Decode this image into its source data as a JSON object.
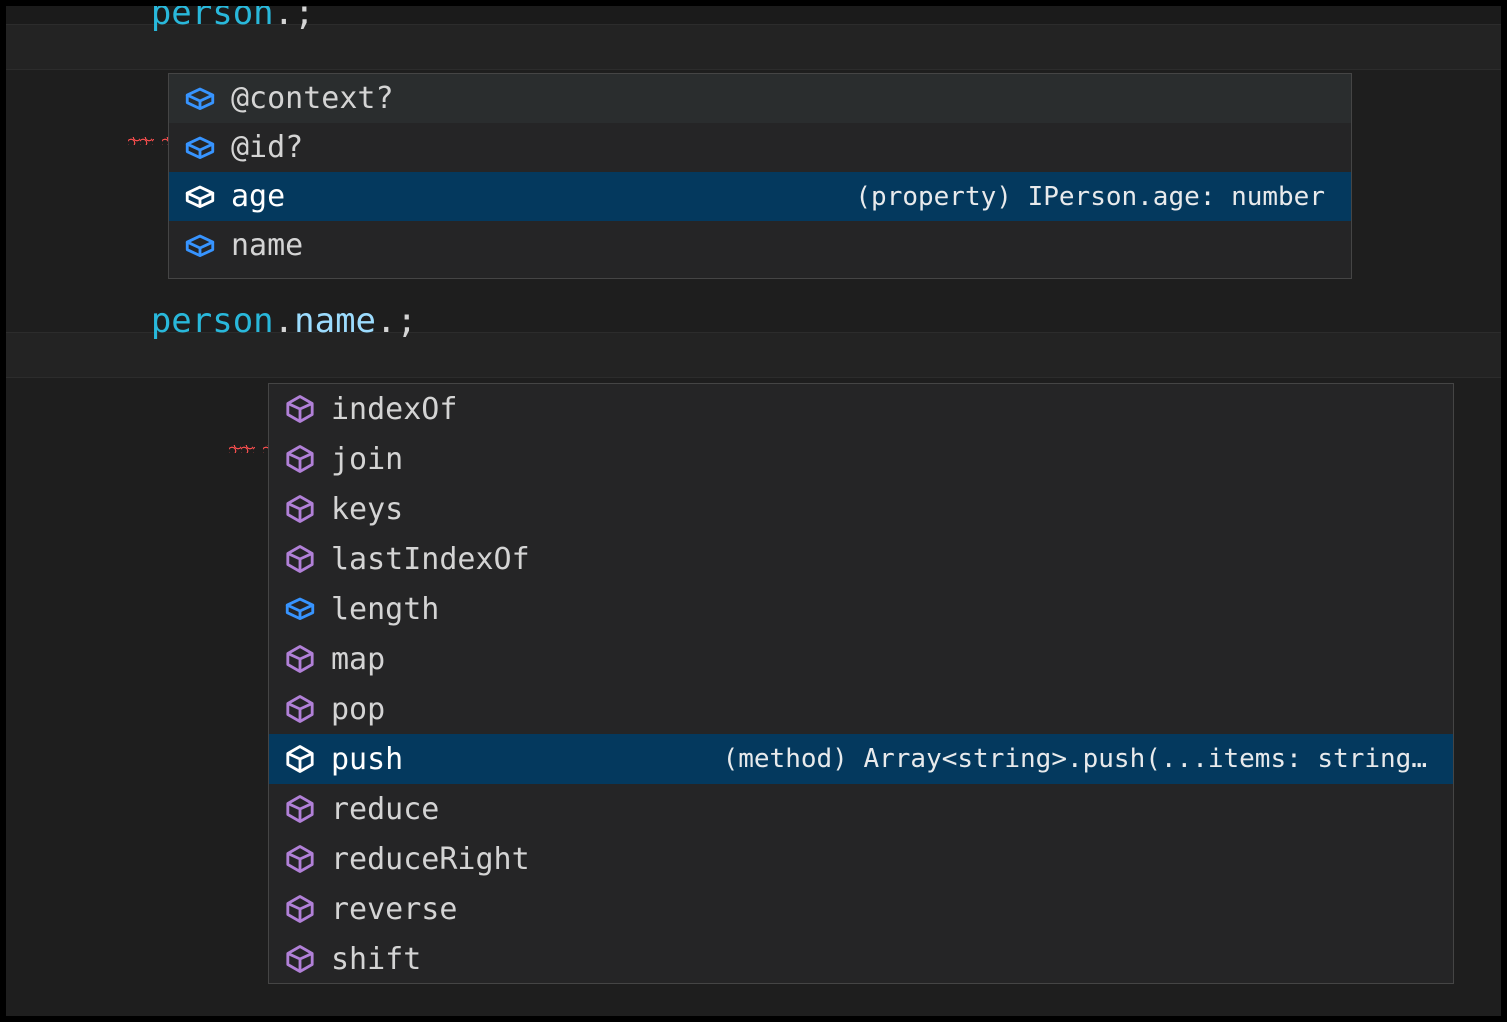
{
  "editor": {
    "theme_background": "#1e1e1e",
    "current_line_background": "#232323",
    "error_squiggle_color": "#f14c4c",
    "lines": [
      {
        "id": "line-1",
        "tokens": [
          {
            "text": "person",
            "kind": "variable",
            "color": "#29b8db"
          },
          {
            "text": ".",
            "kind": "punctuation",
            "color": "#d4d4d4"
          },
          {
            "text": ";",
            "kind": "punctuation",
            "color": "#d4d4d4"
          }
        ],
        "plain": "person.;"
      },
      {
        "id": "line-2",
        "tokens": [
          {
            "text": "person",
            "kind": "variable",
            "color": "#29b8db"
          },
          {
            "text": ".",
            "kind": "punctuation",
            "color": "#d4d4d4"
          },
          {
            "text": "name",
            "kind": "property",
            "color": "#9cdcfe"
          },
          {
            "text": ".",
            "kind": "punctuation",
            "color": "#d4d4d4"
          },
          {
            "text": ";",
            "kind": "punctuation",
            "color": "#d4d4d4"
          }
        ],
        "plain": "person.name.;"
      }
    ]
  },
  "suggest_widgets": [
    {
      "id": "suggest-popup-1",
      "trigger": "person.",
      "selected_index": 2,
      "hovered_index": 0,
      "selection_color": "#04395e",
      "background": "#252526",
      "border_color": "#454545",
      "items": [
        {
          "label": "@context?",
          "icon": "property-cube-icon",
          "icon_color": "#3794ff",
          "detail": ""
        },
        {
          "label": "@id?",
          "icon": "property-cube-icon",
          "icon_color": "#3794ff",
          "detail": ""
        },
        {
          "label": "age",
          "icon": "property-cube-icon",
          "icon_color": "#ffffff",
          "detail": "(property) IPerson.age: number"
        },
        {
          "label": "name",
          "icon": "property-cube-icon",
          "icon_color": "#3794ff",
          "detail": ""
        }
      ]
    },
    {
      "id": "suggest-popup-2",
      "trigger": "person.name.",
      "selected_index": 7,
      "hovered_index": -1,
      "selection_color": "#04395e",
      "background": "#252526",
      "border_color": "#454545",
      "items": [
        {
          "label": "indexOf",
          "icon": "method-cube-icon",
          "icon_color": "#b180d7",
          "detail": ""
        },
        {
          "label": "join",
          "icon": "method-cube-icon",
          "icon_color": "#b180d7",
          "detail": ""
        },
        {
          "label": "keys",
          "icon": "method-cube-icon",
          "icon_color": "#b180d7",
          "detail": ""
        },
        {
          "label": "lastIndexOf",
          "icon": "method-cube-icon",
          "icon_color": "#b180d7",
          "detail": ""
        },
        {
          "label": "length",
          "icon": "property-cube-icon",
          "icon_color": "#3794ff",
          "detail": ""
        },
        {
          "label": "map",
          "icon": "method-cube-icon",
          "icon_color": "#b180d7",
          "detail": ""
        },
        {
          "label": "pop",
          "icon": "method-cube-icon",
          "icon_color": "#b180d7",
          "detail": ""
        },
        {
          "label": "push",
          "icon": "method-cube-icon",
          "icon_color": "#ffffff",
          "detail": "(method) Array<string>.push(...items: string…"
        },
        {
          "label": "reduce",
          "icon": "method-cube-icon",
          "icon_color": "#b180d7",
          "detail": ""
        },
        {
          "label": "reduceRight",
          "icon": "method-cube-icon",
          "icon_color": "#b180d7",
          "detail": ""
        },
        {
          "label": "reverse",
          "icon": "method-cube-icon",
          "icon_color": "#b180d7",
          "detail": ""
        },
        {
          "label": "shift",
          "icon": "method-cube-icon",
          "icon_color": "#b180d7",
          "detail": ""
        }
      ]
    }
  ]
}
